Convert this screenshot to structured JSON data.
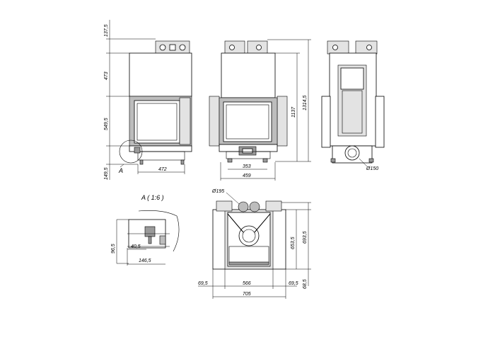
{
  "dims": {
    "v137_5": "137,5",
    "v473": "473",
    "v549_5": "549,5",
    "v149_5": "149,5",
    "v472": "472",
    "v353": "353",
    "v459": "459",
    "v1137": "1137",
    "v1314_5": "1314,5",
    "v150": "Ø150",
    "v195": "Ø195",
    "v96_5": "96,5",
    "v40_5": "40,5",
    "v146_5": "146,5",
    "v653_5": "653,5",
    "v693_5": "693,5",
    "v69_5a": "69,5",
    "v566": "566",
    "v69_5b": "69,5",
    "v68_5": "68,5",
    "v705": "705"
  },
  "labels": {
    "detail_marker": "A",
    "detail_title": "A ( 1:6 )"
  }
}
